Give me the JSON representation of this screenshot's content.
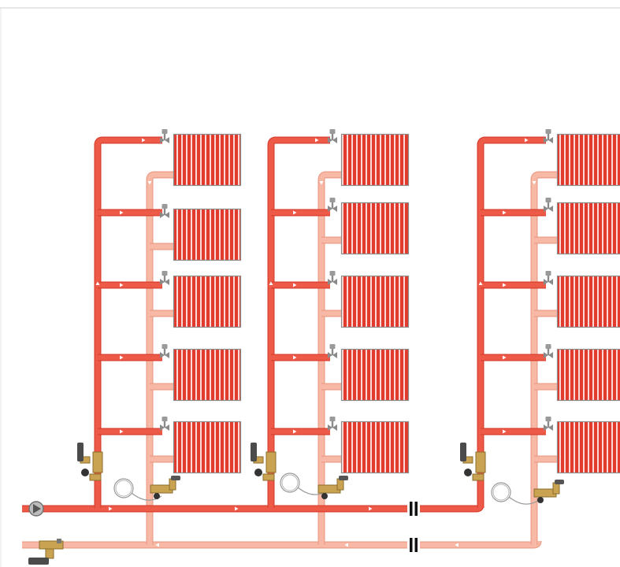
{
  "diagram": {
    "kind": "two-pipe heating distribution schematic",
    "risers": [
      {
        "id": "riser-1",
        "radiators": 5
      },
      {
        "id": "riser-2",
        "radiators": 5
      },
      {
        "id": "riser-3",
        "radiators": 5
      }
    ],
    "components": [
      "circulation-pump-icon",
      "balancing-valve-icon",
      "differential-pressure-valve-icon",
      "capillary-tube-icon",
      "thermostatic-valve-icon",
      "return-shutoff-valve-icon",
      "pipe-break-icon"
    ],
    "colors": {
      "supply_pipe": "#ee5a48",
      "supply_pipe_dark": "#d8402f",
      "return_pipe": "#f7b9a6",
      "return_pipe_dark": "#eb9d86",
      "radiator_fill": "#e23a2c",
      "radiator_stripe": "#ffffff",
      "radiator_frame": "#8c8c8c",
      "valve_brass": "#c9a352",
      "valve_handle": "#4b4b4b",
      "flow_arrow": "#ffffff"
    }
  }
}
